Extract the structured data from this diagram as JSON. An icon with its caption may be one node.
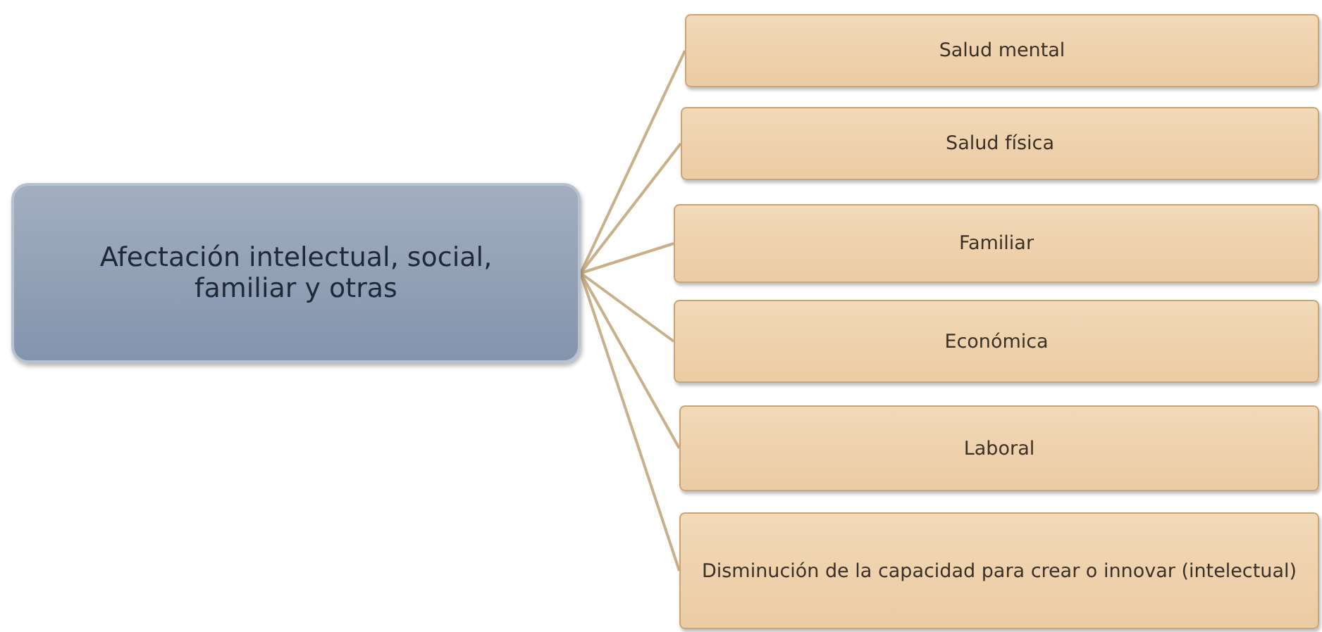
{
  "diagram": {
    "nodes": [
      {
        "text": [
          "Afectación intelectual, social, familiar y otras"
        ]
      },
      {
        "text": [
          "Salud mental"
        ]
      },
      {
        "text": [
          "Salud física"
        ]
      },
      {
        "text": [
          "Familiar"
        ]
      },
      {
        "text": [
          "Económica"
        ]
      },
      {
        "text": [
          "Laboral"
        ]
      },
      {
        "text": [
          "Disminución de la capacidad para crear o innovar (intelectual)"
        ]
      }
    ],
    "edges": [
      {
        "from": 0,
        "to": 1,
        "arrow": "none"
      },
      {
        "from": 0,
        "to": 2,
        "arrow": "none"
      },
      {
        "from": 0,
        "to": 3,
        "arrow": "none"
      },
      {
        "from": 0,
        "to": 4,
        "arrow": "none"
      },
      {
        "from": 0,
        "to": 5,
        "arrow": "none"
      },
      {
        "from": 0,
        "to": 6,
        "arrow": "none"
      }
    ]
  }
}
